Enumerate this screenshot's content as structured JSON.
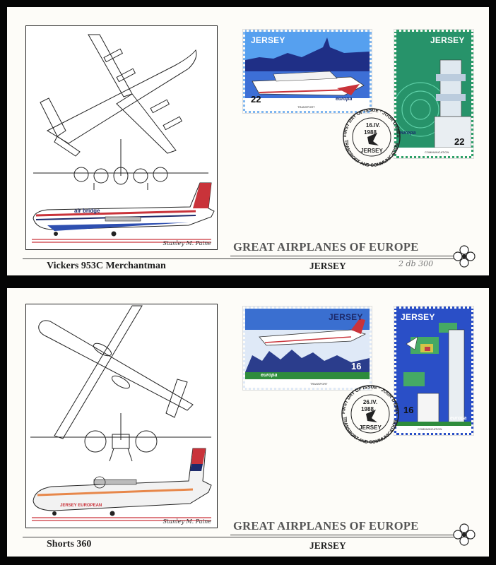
{
  "covers": [
    {
      "series_title": "GREAT AIRPLANES OF EUROPE",
      "plane_name": "Vickers 953C Merchantman",
      "country": "JERSEY",
      "pencil_note": "2 db    300",
      "signature": "Stanley M. Paine",
      "aircraft_livery": "air bridge",
      "stamps": [
        {
          "brand": "JERSEY",
          "value": "22",
          "europa": "europa",
          "caption": "TRANSPORT"
        },
        {
          "brand": "JERSEY",
          "value": "22",
          "europa": "europa",
          "caption": "COMMUNICATION"
        }
      ],
      "postmark": {
        "date": "16.IV.",
        "year": "1988",
        "place": "JERSEY",
        "ring_top": "FIRST DAY OF ISSUE · JOUR D'ÉMISSION",
        "ring_bottom": "TRANSPORT AND COMMUNICATION"
      }
    },
    {
      "series_title": "GREAT AIRPLANES OF EUROPE",
      "plane_name": "Shorts 360",
      "country": "JERSEY",
      "signature": "Stanley M. Paine",
      "aircraft_livery": "JERSEY EUROPEAN",
      "stamps": [
        {
          "brand": "JERSEY",
          "value": "16",
          "europa": "europa",
          "caption": "TRANSPORT"
        },
        {
          "brand": "JERSEY",
          "value": "16",
          "europa": "europa",
          "caption": "COMMUNICATION"
        }
      ],
      "postmark": {
        "date": "26.IV.",
        "year": "1988",
        "place": "JERSEY",
        "ring_top": "FIRST DAY OF ISSUE · JOUR D'ÉMISSION",
        "ring_bottom": "TRANSPORT AND COMMUNICATION"
      }
    }
  ],
  "colors": {
    "cachet_red": "#c9333a",
    "cachet_navy": "#1d2a6b",
    "stamp_sky": "#2e7fe8",
    "stamp_green": "#2e8c3c"
  }
}
